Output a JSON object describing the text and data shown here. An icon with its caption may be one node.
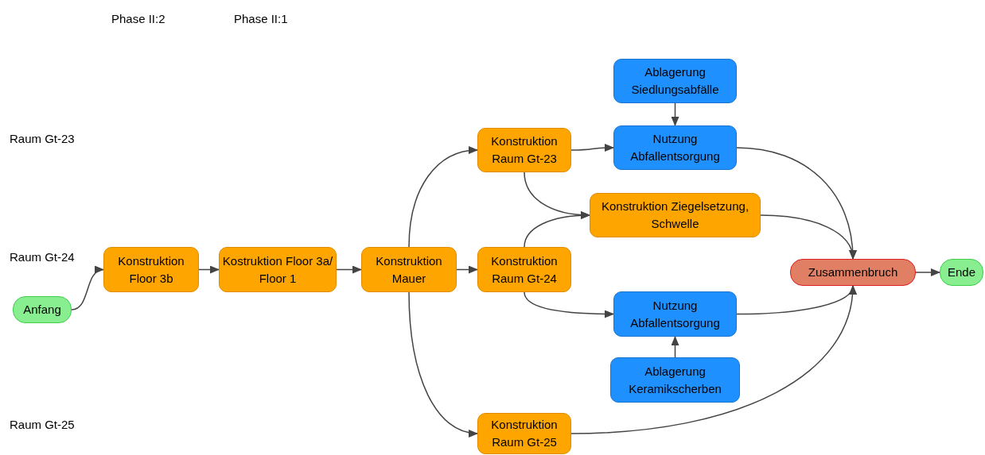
{
  "diagram": {
    "nodes": [
      {
        "text": [
          "Anfang"
        ]
      },
      {
        "text": [
          "Konstruktion Floor 3b"
        ]
      },
      {
        "text": [
          "Kostruktion Floor 3a/ Floor 1"
        ]
      },
      {
        "text": [
          "Konstruktion Mauer"
        ]
      },
      {
        "text": [
          "Konstruktion Raum Gt-23"
        ]
      },
      {
        "text": [
          "Konstruktion Raum Gt-24"
        ]
      },
      {
        "text": [
          "Konstruktion Raum Gt-25"
        ]
      },
      {
        "text": [
          "Ablagerung Siedlungsabfälle"
        ]
      },
      {
        "text": [
          "Nutzung Abfallentsorgung"
        ]
      },
      {
        "text": [
          "Konstruktion Ziegelsetzung, Schwelle"
        ]
      },
      {
        "text": [
          "Nutzung Abfallentsorgung"
        ]
      },
      {
        "text": [
          "Ablagerung Keramikscherben"
        ]
      },
      {
        "text": [
          "Zusammenbruch"
        ]
      },
      {
        "text": [
          "Ende"
        ]
      }
    ],
    "edges": [
      {
        "from": 0,
        "to": 1,
        "arrow": "to"
      },
      {
        "from": 1,
        "to": 2,
        "arrow": "to"
      },
      {
        "from": 2,
        "to": 3,
        "arrow": "to"
      },
      {
        "from": 3,
        "to": 4,
        "arrow": "to"
      },
      {
        "from": 3,
        "to": 5,
        "arrow": "to"
      },
      {
        "from": 3,
        "to": 6,
        "arrow": "to"
      },
      {
        "from": 4,
        "to": 8,
        "arrow": "to"
      },
      {
        "from": 4,
        "to": 9,
        "arrow": "to"
      },
      {
        "from": 5,
        "to": 9,
        "arrow": "to"
      },
      {
        "from": 5,
        "to": 10,
        "arrow": "to"
      },
      {
        "from": 7,
        "to": 8,
        "arrow": "to"
      },
      {
        "from": 11,
        "to": 10,
        "arrow": "to"
      },
      {
        "from": 8,
        "to": 12,
        "arrow": "to"
      },
      {
        "from": 9,
        "to": 12,
        "arrow": "to"
      },
      {
        "from": 10,
        "to": 12,
        "arrow": "to"
      },
      {
        "from": 6,
        "to": 12,
        "arrow": "to"
      },
      {
        "from": 12,
        "to": 13,
        "arrow": "to"
      }
    ],
    "labels": [
      "Phase II:2",
      "Phase II:1",
      "Raum Gt-23",
      "Raum Gt-24",
      "Raum Gt-25"
    ]
  }
}
